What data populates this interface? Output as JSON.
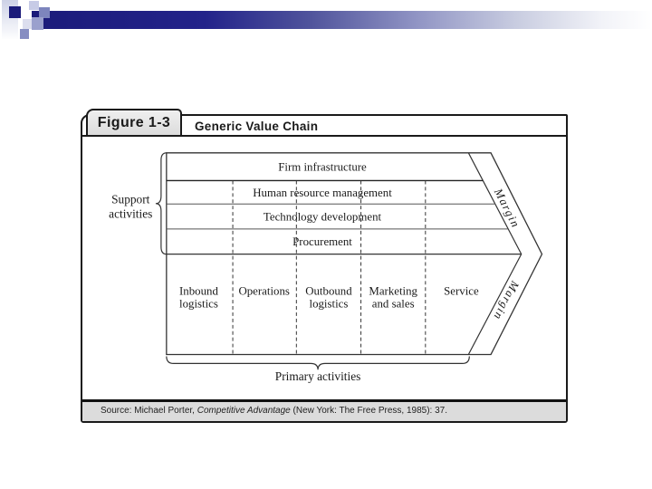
{
  "slide": {
    "decoration": {
      "accent_navy": "#1b1b7a",
      "bar_gradient": [
        "#1b1b7a",
        "#ffffff"
      ],
      "square_colors": [
        "#1b1b7a",
        "#c7cbe6",
        "#7d85bd",
        "#dcdeee",
        "#9aa0cd",
        "#868dc2"
      ]
    }
  },
  "figure": {
    "tab_label": "Figure 1-3",
    "title": "Generic Value Chain",
    "support_label_lines": [
      "Support",
      "activities"
    ],
    "support_rows": [
      "Firm infrastructure",
      "Human resource management",
      "Technology development",
      "Procurement"
    ],
    "primary_columns": [
      [
        "Inbound",
        "logistics"
      ],
      [
        "Operations"
      ],
      [
        "Outbound",
        "logistics"
      ],
      [
        "Marketing",
        "and sales"
      ],
      [
        "Service"
      ]
    ],
    "primary_label": "Primary activities",
    "margin_label": "Margin",
    "source": {
      "prefix": "Source: Michael Porter, ",
      "italic": "Competitive Advantage",
      "suffix": " (New York: The Free Press, 1985): 37."
    },
    "colors": {
      "tab_fill": "#e4e4e4",
      "source_bar_fill": "#dcdcdc",
      "line": "#333333",
      "text": "#1a1a1a"
    }
  }
}
